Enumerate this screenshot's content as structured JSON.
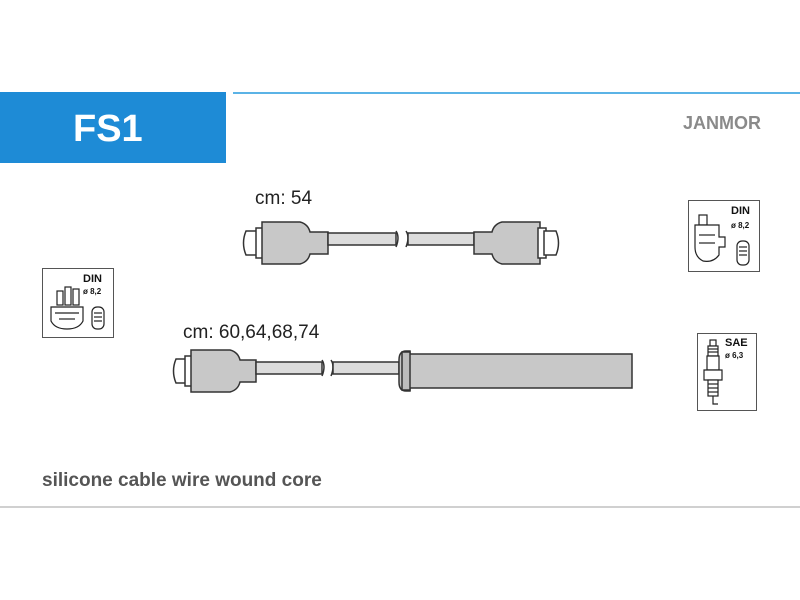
{
  "header": {
    "code": "FS1",
    "brand": "JANMOR",
    "accent_color": "#1e8bd6"
  },
  "cables": [
    {
      "length_label": "cm: 54"
    },
    {
      "length_label": "cm: 60,64,68,74"
    }
  ],
  "connectors": {
    "left": {
      "standard": "DIN",
      "diameter": "ø 8,2",
      "icon": "distributor-cap-icon"
    },
    "right_top": {
      "standard": "DIN",
      "diameter": "ø 8,2",
      "icon": "distributor-cap-icon"
    },
    "right_bottom": {
      "standard": "SAE",
      "diameter": "ø 6,3",
      "icon": "spark-plug-icon"
    }
  },
  "footer": {
    "description": "silicone cable wire wound core"
  }
}
